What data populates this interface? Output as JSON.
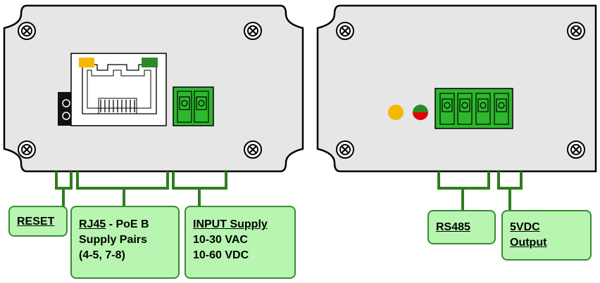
{
  "colors": {
    "device_fill": "#e6e6e6",
    "device_stroke": "#000000",
    "bracket": "#2e7d1e",
    "connector_green": "#2db82d",
    "led_yellow": "#f5b800",
    "led_green": "#2a8a2a",
    "led_red": "#e00000",
    "label_fill": "#b8f5b0",
    "label_border": "#3a8a35"
  },
  "labels": {
    "reset": "RESET",
    "rj45_name": "RJ45",
    "rj45_rest_line1": " - PoE B",
    "rj45_line2": "Supply Pairs",
    "rj45_line3": "(4-5, 7-8)",
    "input_title": "INPUT Supply",
    "input_line2": "10-30 VAC",
    "input_line3": "10-60 VDC",
    "rs485": "RS485",
    "output_line1": "5VDC",
    "output_line2": "Output"
  }
}
